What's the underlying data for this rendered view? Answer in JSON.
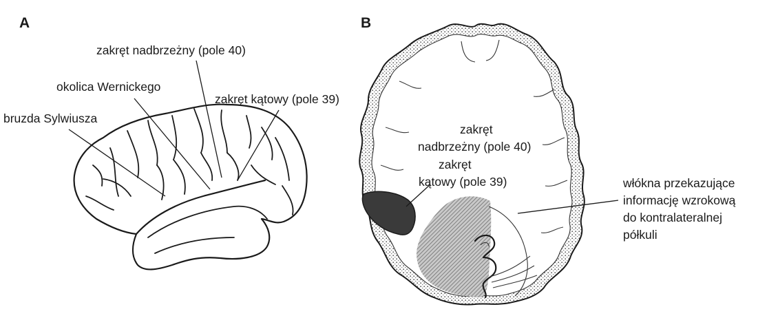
{
  "panel_a": {
    "letter": "A",
    "labels": {
      "supramarginal": "zakręt nadbrzeżny (pole 40)",
      "wernicke": "okolica Wernickego",
      "angular": "zakręt kątowy (pole 39)",
      "sylvian": "bruzda Sylwiusza"
    }
  },
  "panel_b": {
    "letter": "B",
    "labels": {
      "supramarginal_line1": "zakręt",
      "supramarginal_line2": "nadbrzeżny (pole 40)",
      "angular_line1": "zakręt",
      "angular_line2": "kątowy (pole 39)",
      "fibers_line1": "włókna przekazujące",
      "fibers_line2": "informację wzrokową",
      "fibers_line3": "do kontralateralnej",
      "fibers_line4": "półkuli"
    }
  },
  "colors": {
    "ink": "#1a1a1a",
    "dark_region": "#3a3a3a",
    "hatched_region": "#9a9a9a"
  }
}
